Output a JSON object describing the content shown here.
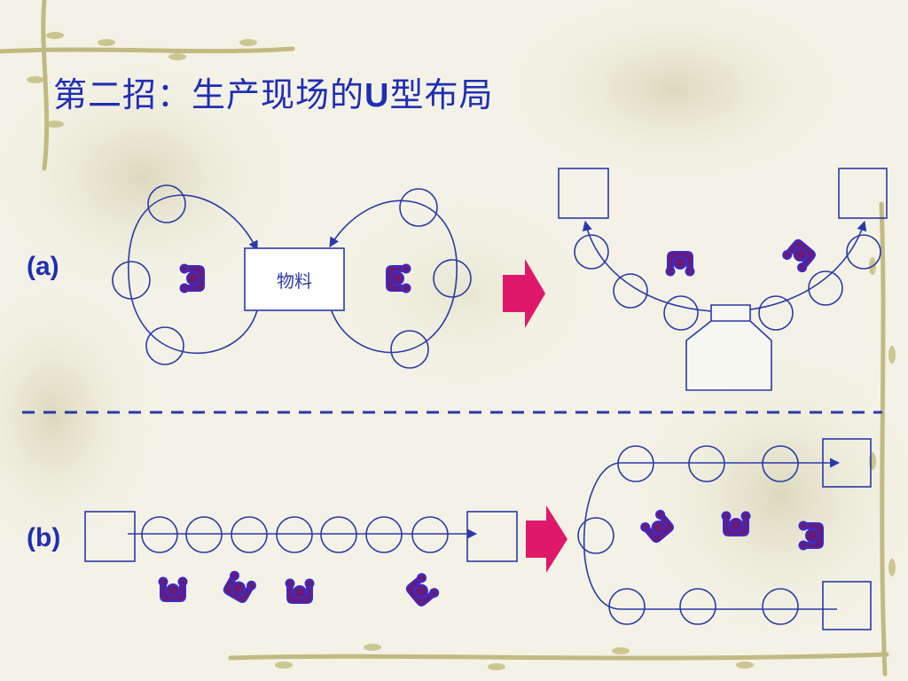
{
  "title": {
    "prefix": "第二招：生产现场的",
    "bold": "U",
    "suffix": "型布局"
  },
  "labels": {
    "a": "(a)",
    "b": "(b)"
  },
  "material_label": "物料",
  "colors": {
    "title": "#1f2fb4",
    "lines": "#2a3aa8",
    "worker_fill": "#6a1b78",
    "worker_outline": "#3a2cc8",
    "arrow": "#e0186a",
    "divider": "#2a3aa8"
  }
}
